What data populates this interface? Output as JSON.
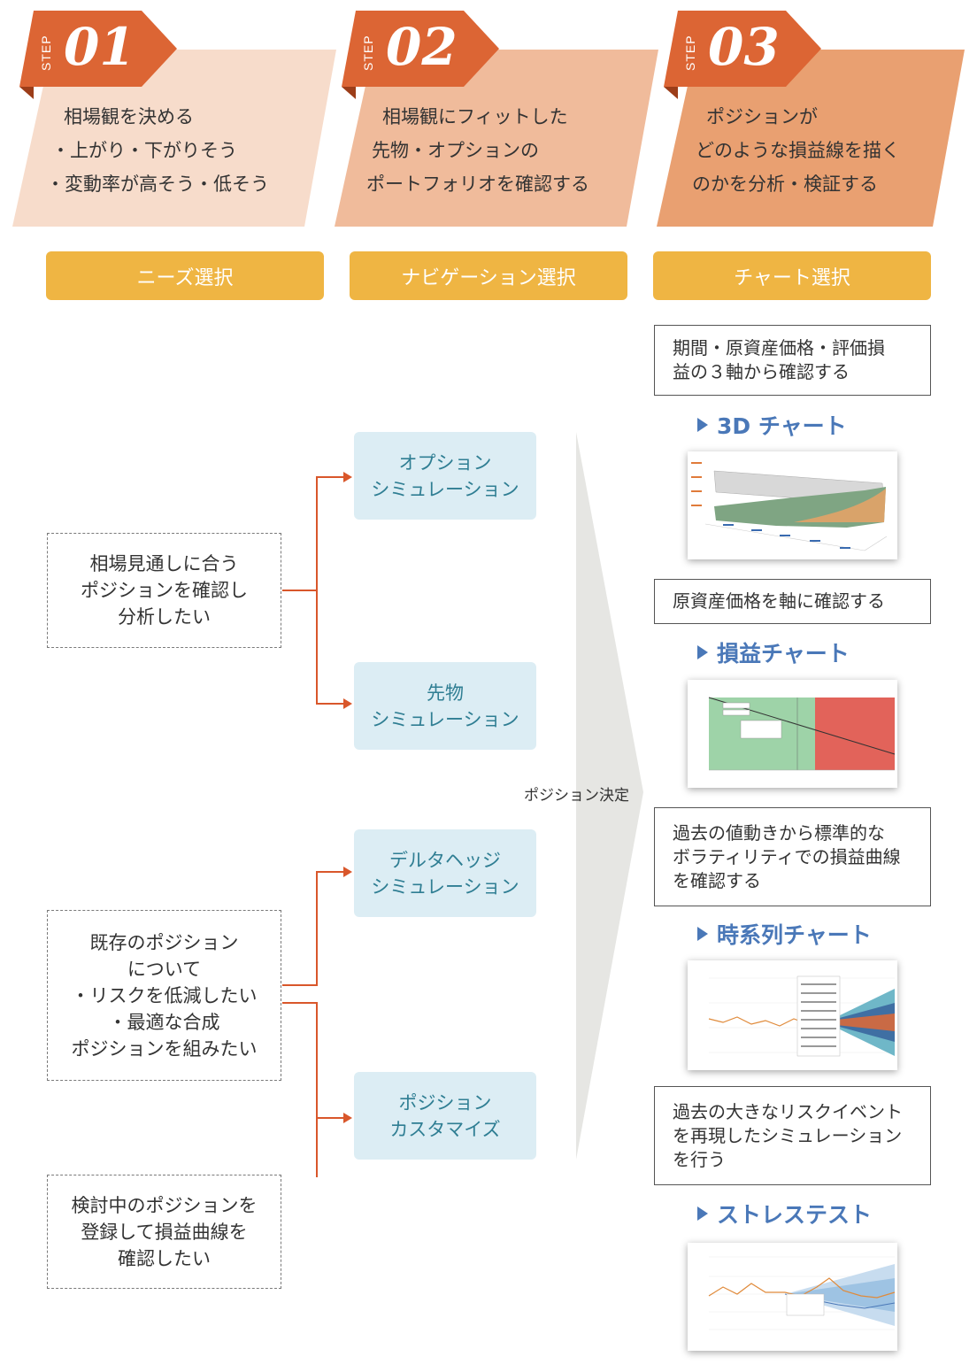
{
  "steps": [
    {
      "label": "STEP",
      "number": "01",
      "lines": [
        "相場観を決める",
        "・上がり・下がりそう",
        "・変動率が高そう・低そう"
      ]
    },
    {
      "label": "STEP",
      "number": "02",
      "lines": [
        "相場観にフィットした",
        "先物・オプションの",
        "ポートフォリオを確認する"
      ]
    },
    {
      "label": "STEP",
      "number": "03",
      "lines": [
        "ポジションが",
        "どのような損益線を描く",
        "のかを分析・検証する"
      ]
    }
  ],
  "headers": {
    "needs": "ニーズ選択",
    "navigation": "ナビゲーション選択",
    "chart": "チャート選択"
  },
  "needs": [
    "相場見通しに合う\nポジションを確認し\n分析したい",
    "既存のポジション\nについて\n・リスクを低減したい\n・最適な合成\nポジションを組みたい",
    "検討中のポジションを\n登録して損益曲線を\n確認したい"
  ],
  "simulations": [
    "オプション\nシミュレーション",
    "先物\nシミュレーション",
    "デルタヘッジ\nシミュレーション",
    "ポジション\nカスタマイズ"
  ],
  "decision_label": "ポジション決定",
  "charts": [
    {
      "desc": "期間・原資産価格・評価損\n益の３軸から確認する",
      "title": "3D チャート"
    },
    {
      "desc": "原資産価格を軸に確認する",
      "title": "損益チャート"
    },
    {
      "desc": "過去の値動きから標準的な\nボラティリティでの損益曲線\nを確認する",
      "title": "時系列チャート"
    },
    {
      "desc": "過去の大きなリスクイベント\nを再現したシミュレーション\nを行う",
      "title": "ストレステスト"
    }
  ],
  "colors": {
    "step1": "#f7dccb",
    "step2": "#f0bb9b",
    "step3": "#e9a071",
    "tab": "#dc6534",
    "button": "#efb543",
    "sim_bg": "#dcedf4",
    "sim_text": "#2f7e93",
    "arrow": "#d9572b",
    "chart_title": "#4a78b8"
  }
}
